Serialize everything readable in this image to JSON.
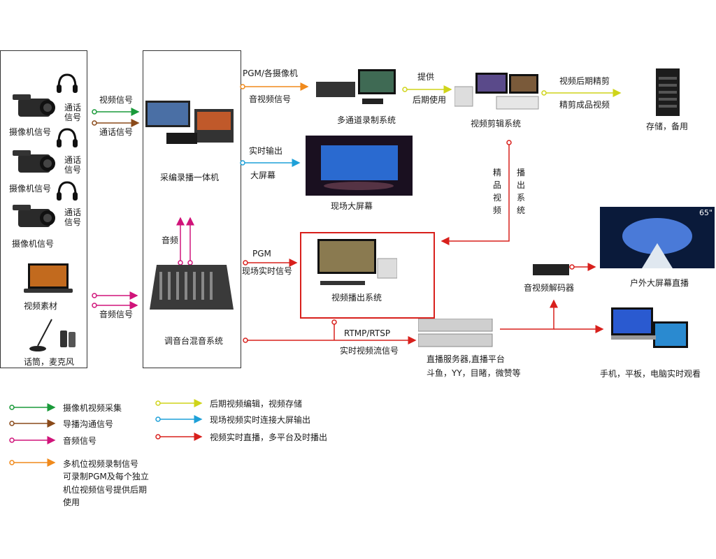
{
  "colors": {
    "green": "#1a9a3a",
    "brown": "#8a4a1a",
    "magenta": "#d0147a",
    "orange": "#f08a1c",
    "yellow": "#cfd41a",
    "blue": "#1ea0d8",
    "red": "#d8201c"
  },
  "left_col": {
    "camera_label_1": "摄像机信号",
    "camera_label_2": "摄像机信号",
    "camera_label_3": "摄像机信号",
    "intercom_1": "通话\n信号",
    "intercom_2": "通话\n信号",
    "intercom_3": "通话\n信号",
    "video_material": "视频素材",
    "mic_label": "话筒，麦克风"
  },
  "edges": {
    "video_signal": "视频信号",
    "intercom_signal": "通话信号",
    "audio_signal": "音频信号",
    "audio": "音频",
    "pgm_cameras": "PGM/各摄像机",
    "av_signal": "音视频信号",
    "provide": "提供",
    "post_use": "后期使用",
    "post_edit": "视频后期精剪",
    "edited_video": "精剪成品视频",
    "realtime_out": "实时输出",
    "big_screen": "大屏幕",
    "pgm": "PGM",
    "live_signal": "现场实时信号",
    "rtmp": "RTMP/RTSP",
    "stream_signal": "实时视频流信号",
    "refined_video": "精品视频",
    "playout_system_v": "播出系统"
  },
  "nodes": {
    "capture_unit": "采编录播一体机",
    "mixer": "调音台混音系统",
    "multi_record": "多通道录制系统",
    "editing": "视频剪辑系统",
    "storage": "存储，备用",
    "venue_screen": "现场大屏幕",
    "playout": "视频播出系统",
    "decoder": "音视频解码器",
    "outdoor": "户外大屏幕直播",
    "server_1": "直播服务器,直播平台",
    "server_2": "斗鱼，YY，目睹，微赞等",
    "devices": "手机，平板，电脑实时观看",
    "tv_badge": "65\""
  },
  "legend": [
    {
      "color": "green",
      "label": "摄像机视频采集"
    },
    {
      "color": "brown",
      "label": "导播沟通信号"
    },
    {
      "color": "magenta",
      "label": "音频信号"
    },
    {
      "color": "orange",
      "label": "多机位视频录制信号"
    },
    {
      "color": "yellow",
      "label": "后期视频编辑，视频存储"
    },
    {
      "color": "blue",
      "label": "现场视频实时连接大屏输出"
    },
    {
      "color": "red",
      "label": "视频实时直播，多平台及时播出"
    }
  ],
  "legend_note": [
    "可录制PGM及每个独立",
    "机位视频信号提供后期",
    "使用"
  ]
}
